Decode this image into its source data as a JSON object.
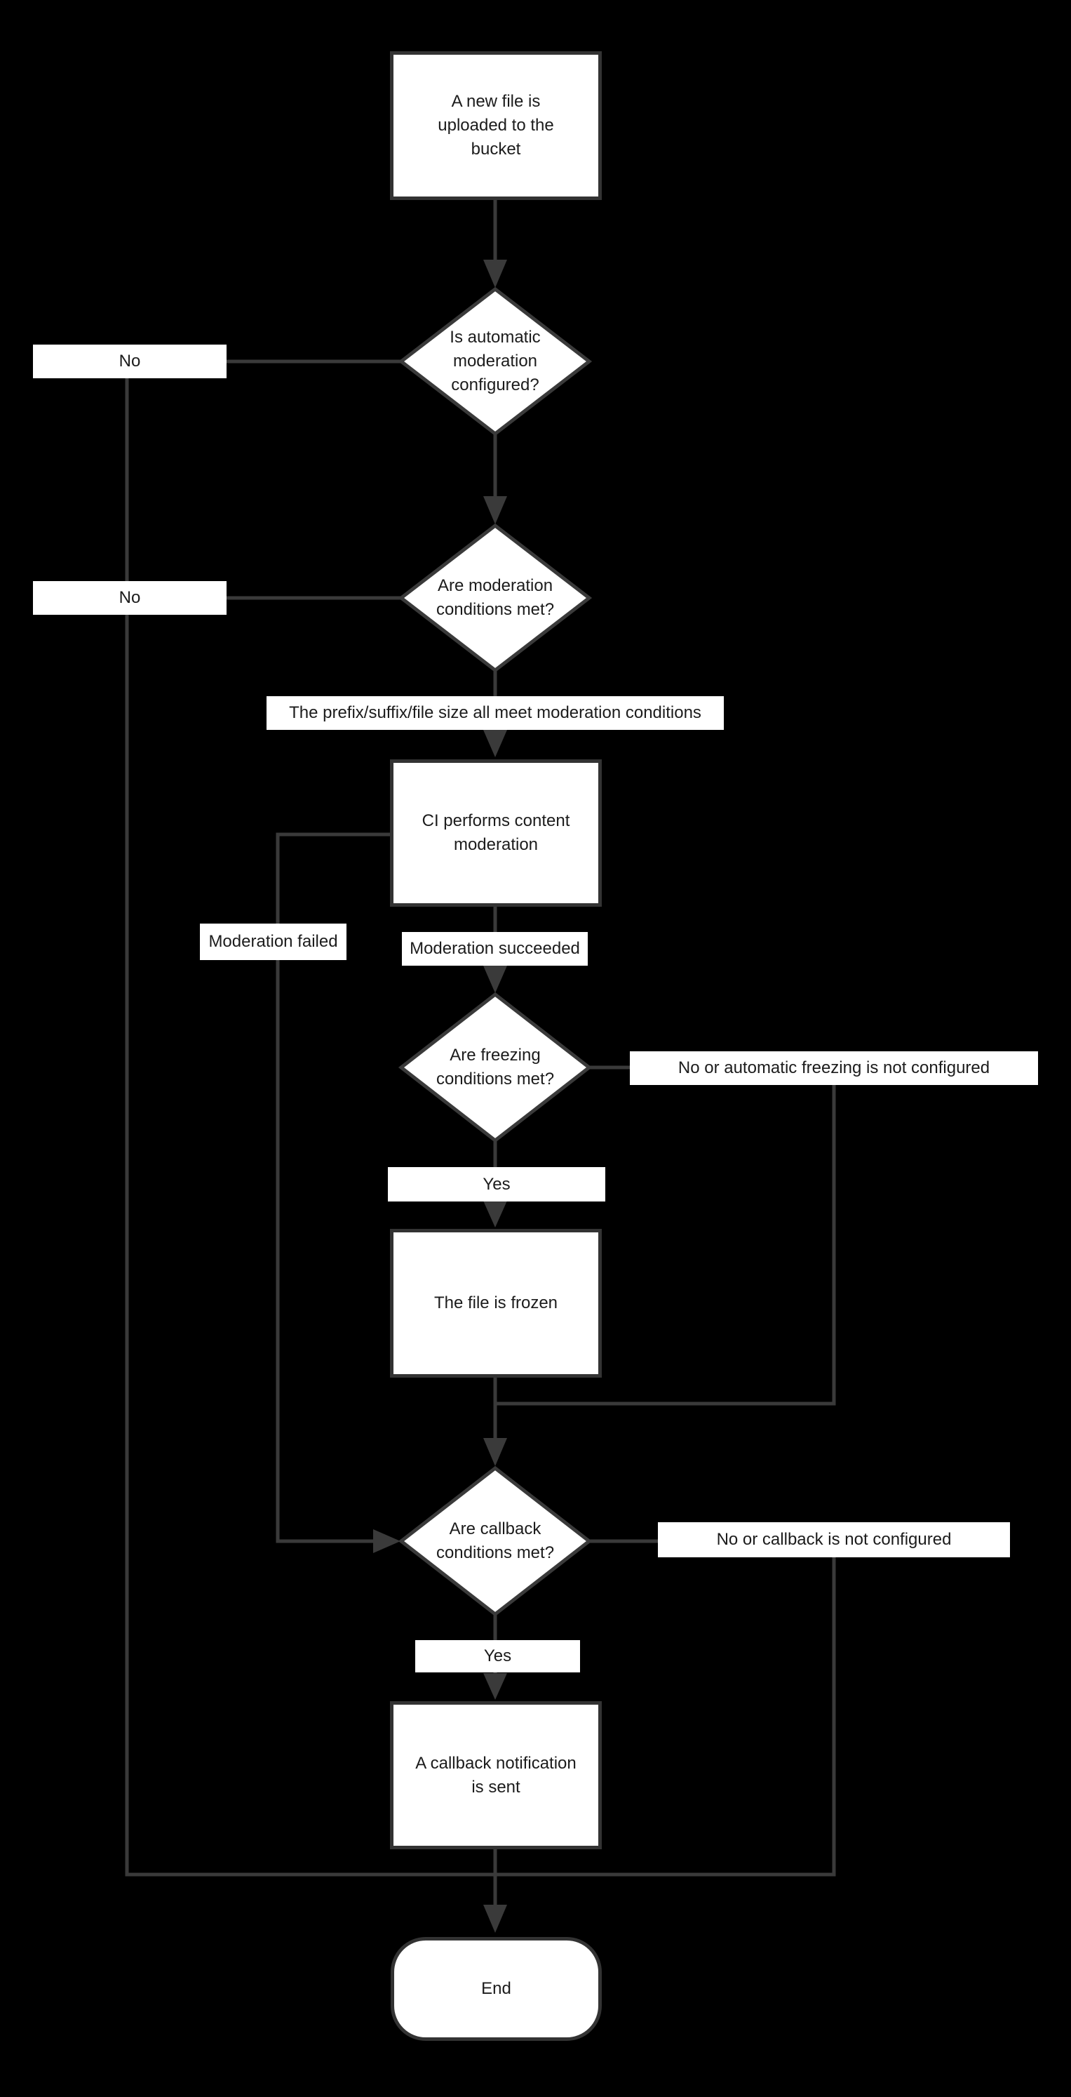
{
  "diagram": {
    "type": "flowchart",
    "direction": "top-down",
    "colors": {
      "background": "#000000",
      "node_fill": "#ffffff",
      "node_border": "#333333",
      "edge_line": "#3a3a3a",
      "arrowhead": "#3a3a3a",
      "text": "#1c1c1c"
    },
    "nodes": {
      "start": {
        "shape": "rectangle",
        "label": "A new file is uploaded to the bucket"
      },
      "decision_auto_moderation": {
        "shape": "diamond",
        "label": "Is automatic moderation configured?"
      },
      "decision_moderation_conditions": {
        "shape": "diamond",
        "label": "Are moderation conditions met?"
      },
      "ci_moderation": {
        "shape": "rectangle",
        "label": "CI performs content moderation"
      },
      "decision_freezing_conditions": {
        "shape": "diamond",
        "label": "Are freezing conditions met?"
      },
      "file_frozen": {
        "shape": "rectangle",
        "label": "The file is frozen"
      },
      "decision_callback_conditions": {
        "shape": "diamond",
        "label": "Are callback conditions met?"
      },
      "callback_sent": {
        "shape": "rectangle",
        "label": "A callback notification is sent"
      },
      "end": {
        "shape": "rounded",
        "label": "End"
      }
    },
    "edge_labels": {
      "no_auto_moderation": "No",
      "no_moderation_conditions": "No",
      "prefix_conditions": "The prefix/suffix/file size all meet moderation conditions",
      "moderation_failed": "Moderation failed",
      "moderation_succeeded": "Moderation succeeded",
      "freezing_no": "No or automatic freezing is not configured",
      "freezing_yes": "Yes",
      "callback_no": "No or callback is not configured",
      "callback_yes": "Yes"
    }
  }
}
